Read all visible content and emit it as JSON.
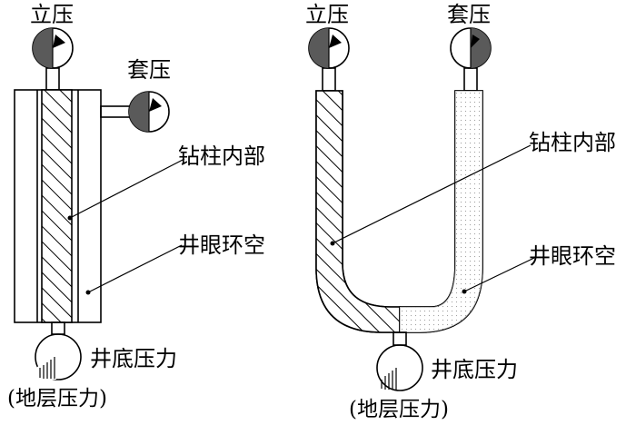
{
  "colors": {
    "ink": "#000000",
    "gauge_fill": "#5a5a5a",
    "paper": "#ffffff"
  },
  "left": {
    "standpipe_label": "立压",
    "casing_label": "套压",
    "drill_string_label": "钻柱内部",
    "annulus_label": "井眼环空",
    "bottom_label": "井底压力",
    "formation_label": "(地层压力)"
  },
  "right": {
    "standpipe_label": "立压",
    "casing_label": "套压",
    "drill_string_label": "钻柱内部",
    "annulus_label": "井眼环空",
    "bottom_label": "井底压力",
    "formation_label": "(地层压力)"
  }
}
